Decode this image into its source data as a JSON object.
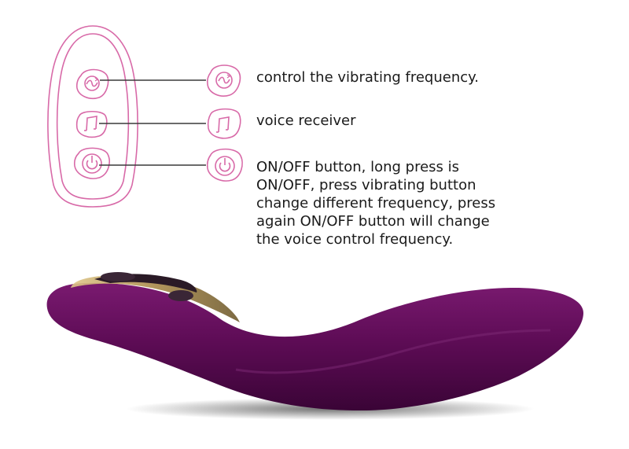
{
  "colors": {
    "outline_pink": "#d86aa8",
    "leader_line": "#3a3a3a",
    "body_purple": "#5a0a52",
    "trim_gold": "#a8894a"
  },
  "callouts": [
    {
      "icon": "wave-icon",
      "text": "control the vibrating frequency."
    },
    {
      "icon": "music-note-icon",
      "text": "voice receiver"
    },
    {
      "icon": "power-icon",
      "text": "ON/OFF button, long press is\nON/OFF, press vibrating button\nchange different frequency, press\nagain ON/OFF button will change\nthe voice control frequency."
    }
  ]
}
